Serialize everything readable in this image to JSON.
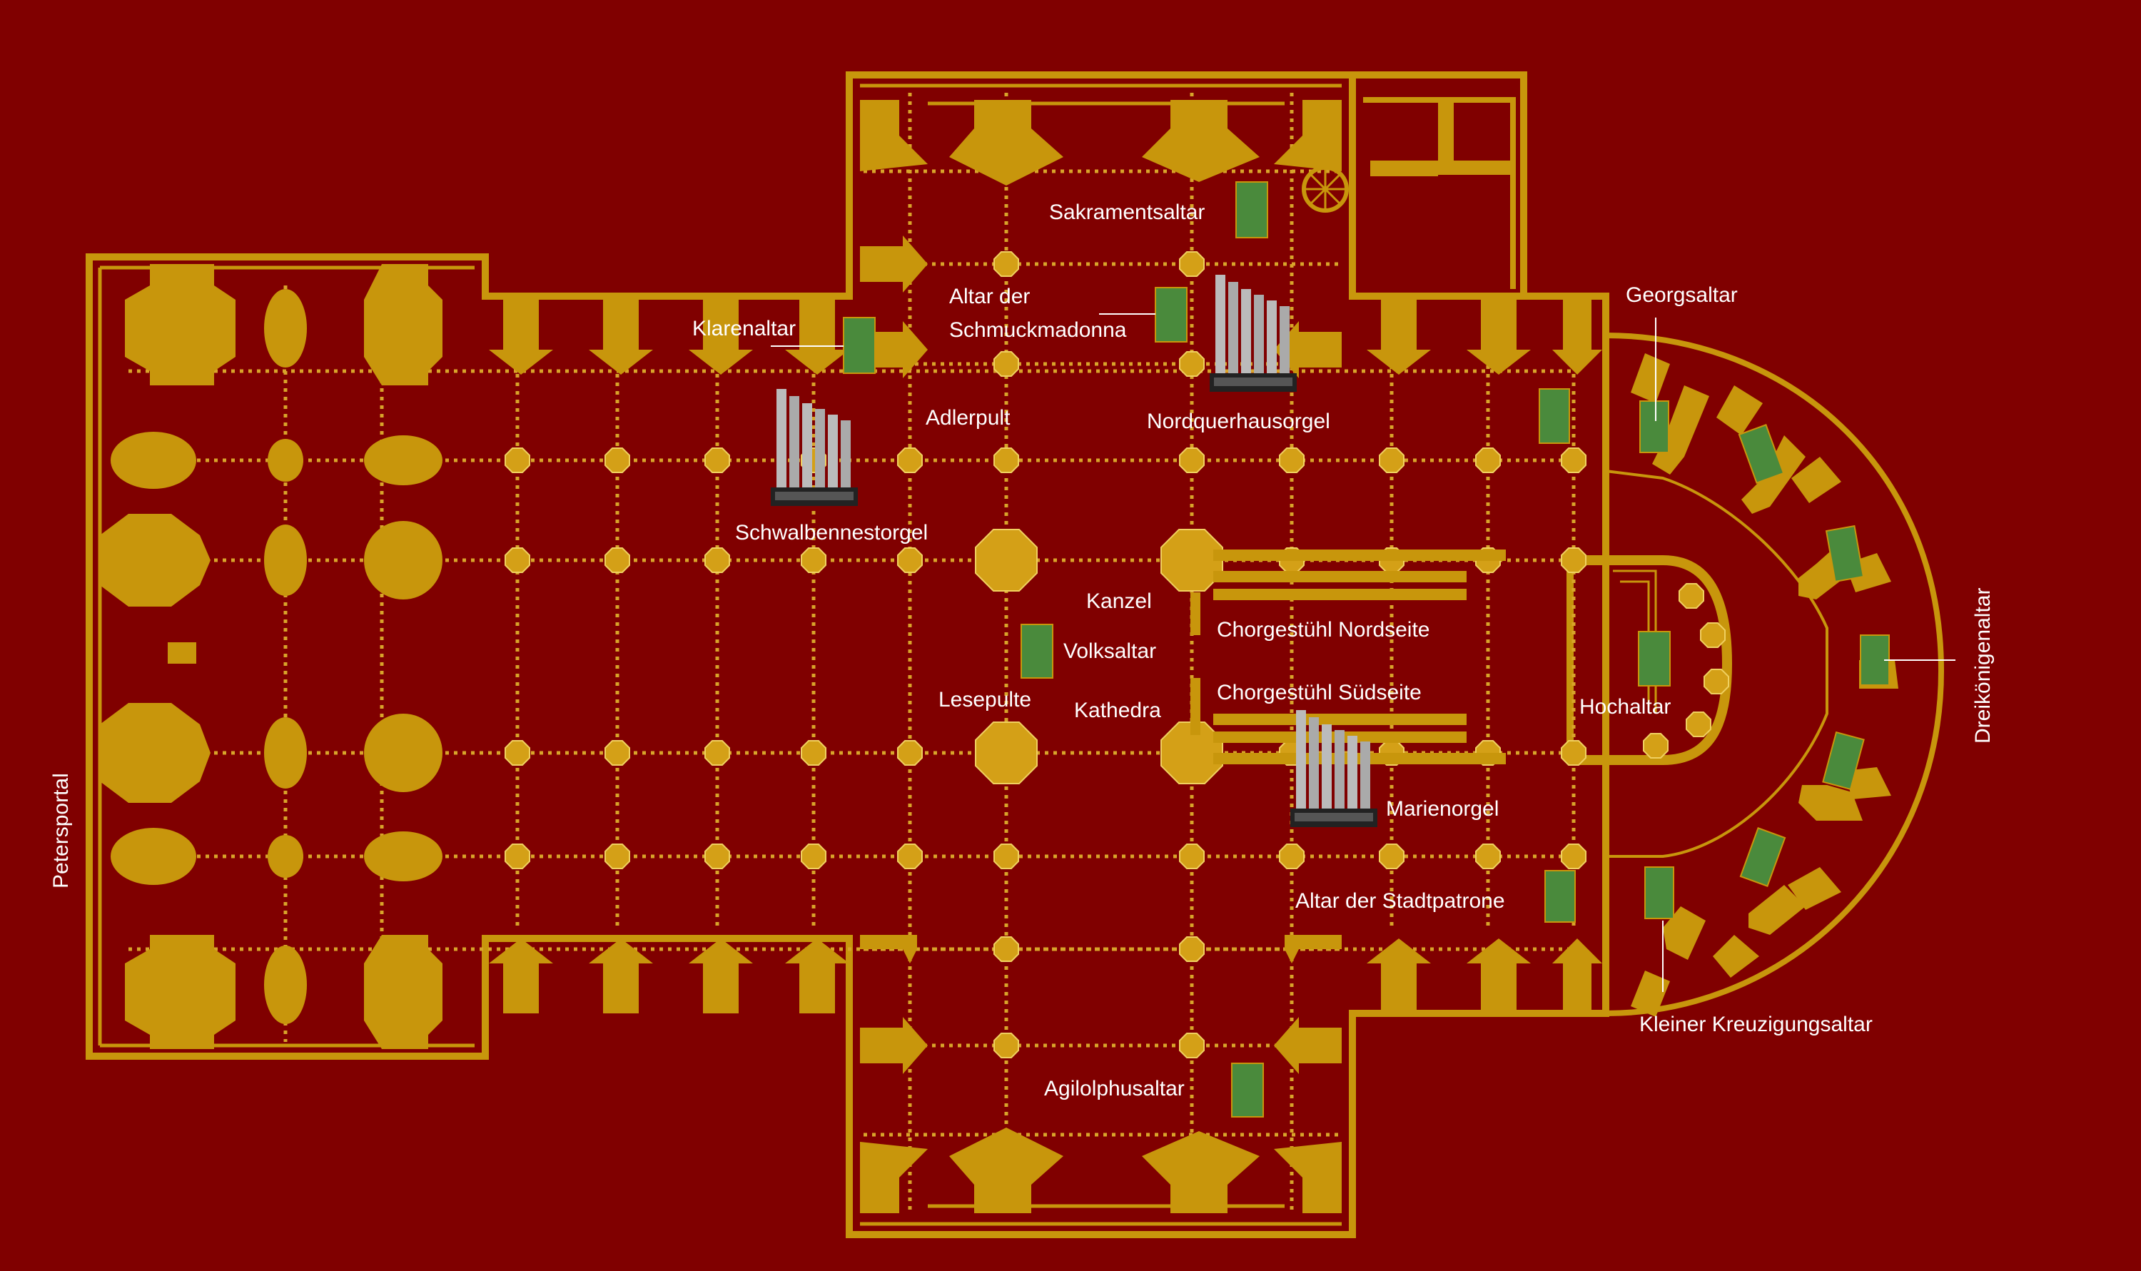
{
  "colors": {
    "background": "#800000",
    "architecture": "#c8960c",
    "altar": "#4a8a3c",
    "label": "#ffffff"
  },
  "labels": {
    "petersportal": "Petersportal",
    "dreikoenigenaltar": "Dreikönigenaltar",
    "sakramentsaltar": "Sakramentsaltar",
    "altar_schmuckmadonna_1": "Altar der",
    "altar_schmuckmadonna_2": "Schmuckmadonna",
    "klarenaltar": "Klarenaltar",
    "georgsaltar": "Georgsaltar",
    "adlerpult": "Adlerpult",
    "nordquerhausorgel": "Nordquerhausorgel",
    "schwalbennestorgel": "Schwalbennestorgel",
    "kanzel": "Kanzel",
    "chorgestuehl_nord": "Chorgestühl Nordseite",
    "volksaltar": "Volksaltar",
    "chorgestuehl_sued": "Chorgestühl Südseite",
    "lesepulte": "Lesepulte",
    "kathedra": "Kathedra",
    "hochaltar": "Hochaltar",
    "marienorgel": "Marienorgel",
    "altar_stadtpatrone": "Altar der Stadtpatrone",
    "kleiner_kreuzigungsaltar": "Kleiner Kreuzigungsaltar",
    "agilolphusaltar": "Agilolphusaltar"
  },
  "icons": {
    "organ": "organ-pipes-icon",
    "altar": "altar-marker-icon",
    "pillar": "pillar-icon"
  }
}
